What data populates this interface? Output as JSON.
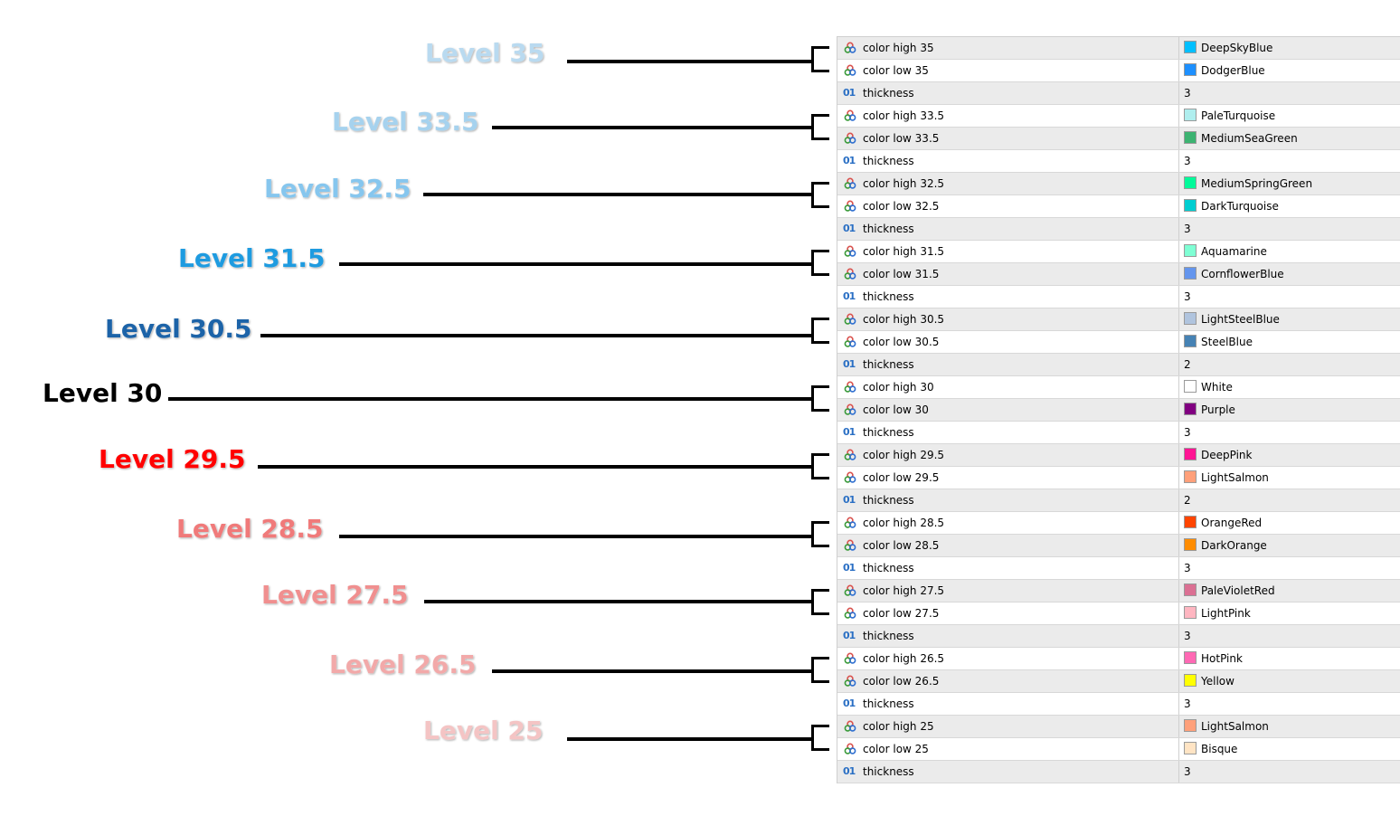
{
  "levels": [
    {
      "label": "Level 35",
      "color": "#b9daf0",
      "glow": true
    },
    {
      "label": "Level 33.5",
      "color": "#a6d2ee",
      "glow": true
    },
    {
      "label": "Level 32.5",
      "color": "#86c6ee",
      "glow": true
    },
    {
      "label": "Level 31.5",
      "color": "#1e9be0",
      "glow": true
    },
    {
      "label": "Level 30.5",
      "color": "#1c63a8",
      "glow": true
    },
    {
      "label": "Level 30",
      "color": "#000000",
      "glow": false
    },
    {
      "label": "Level 29.5",
      "color": "#ff0000",
      "glow": true
    },
    {
      "label": "Level 28.5",
      "color": "#f07a7a",
      "glow": true
    },
    {
      "label": "Level 27.5",
      "color": "#f08f8f",
      "glow": true
    },
    {
      "label": "Level 26.5",
      "color": "#f2a9a9",
      "glow": true
    },
    {
      "label": "Level 25",
      "color": "#f4c4c4",
      "glow": true
    }
  ],
  "rows": [
    {
      "type": "color",
      "name": "color high 35",
      "value": "DeepSkyBlue",
      "swatch": "#00bfff"
    },
    {
      "type": "color",
      "name": "color low 35",
      "value": "DodgerBlue",
      "swatch": "#1e90ff"
    },
    {
      "type": "int",
      "name": "thickness",
      "value": "3"
    },
    {
      "type": "color",
      "name": "color high 33.5",
      "value": "PaleTurquoise",
      "swatch": "#afeeee"
    },
    {
      "type": "color",
      "name": "color low 33.5",
      "value": "MediumSeaGreen",
      "swatch": "#3cb371"
    },
    {
      "type": "int",
      "name": "thickness",
      "value": "3"
    },
    {
      "type": "color",
      "name": "color high 32.5",
      "value": "MediumSpringGreen",
      "swatch": "#00fa9a"
    },
    {
      "type": "color",
      "name": "color low 32.5",
      "value": "DarkTurquoise",
      "swatch": "#00ced1"
    },
    {
      "type": "int",
      "name": "thickness",
      "value": "3"
    },
    {
      "type": "color",
      "name": "color high 31.5",
      "value": "Aquamarine",
      "swatch": "#7fffd4"
    },
    {
      "type": "color",
      "name": "color low 31.5",
      "value": "CornflowerBlue",
      "swatch": "#6495ed"
    },
    {
      "type": "int",
      "name": "thickness",
      "value": "3"
    },
    {
      "type": "color",
      "name": "color high 30.5",
      "value": "LightSteelBlue",
      "swatch": "#b0c4de"
    },
    {
      "type": "color",
      "name": "color low 30.5",
      "value": "SteelBlue",
      "swatch": "#4682b4"
    },
    {
      "type": "int",
      "name": "thickness",
      "value": "2"
    },
    {
      "type": "color",
      "name": "color high 30",
      "value": "White",
      "swatch": "#ffffff"
    },
    {
      "type": "color",
      "name": "color low 30",
      "value": "Purple",
      "swatch": "#800080"
    },
    {
      "type": "int",
      "name": "thickness",
      "value": "3"
    },
    {
      "type": "color",
      "name": "color high 29.5",
      "value": "DeepPink",
      "swatch": "#ff1493"
    },
    {
      "type": "color",
      "name": "color low 29.5",
      "value": "LightSalmon",
      "swatch": "#ffa07a"
    },
    {
      "type": "int",
      "name": "thickness",
      "value": "2"
    },
    {
      "type": "color",
      "name": "color high 28.5",
      "value": "OrangeRed",
      "swatch": "#ff4500"
    },
    {
      "type": "color",
      "name": "color low 28.5",
      "value": "DarkOrange",
      "swatch": "#ff8c00"
    },
    {
      "type": "int",
      "name": "thickness",
      "value": "3"
    },
    {
      "type": "color",
      "name": "color high 27.5",
      "value": "PaleVioletRed",
      "swatch": "#db7093"
    },
    {
      "type": "color",
      "name": "color low 27.5",
      "value": "LightPink",
      "swatch": "#ffb6c1"
    },
    {
      "type": "int",
      "name": "thickness",
      "value": "3"
    },
    {
      "type": "color",
      "name": "color high 26.5",
      "value": "HotPink",
      "swatch": "#ff69b4"
    },
    {
      "type": "color",
      "name": "color low 26.5",
      "value": "Yellow",
      "swatch": "#ffff00"
    },
    {
      "type": "int",
      "name": "thickness",
      "value": "3"
    },
    {
      "type": "color",
      "name": "color high 25",
      "value": "LightSalmon",
      "swatch": "#ffa07a"
    },
    {
      "type": "color",
      "name": "color low 25",
      "value": "Bisque",
      "swatch": "#ffe4c4"
    },
    {
      "type": "int",
      "name": "thickness",
      "value": "3"
    }
  ],
  "int_icon_glyph": "01"
}
